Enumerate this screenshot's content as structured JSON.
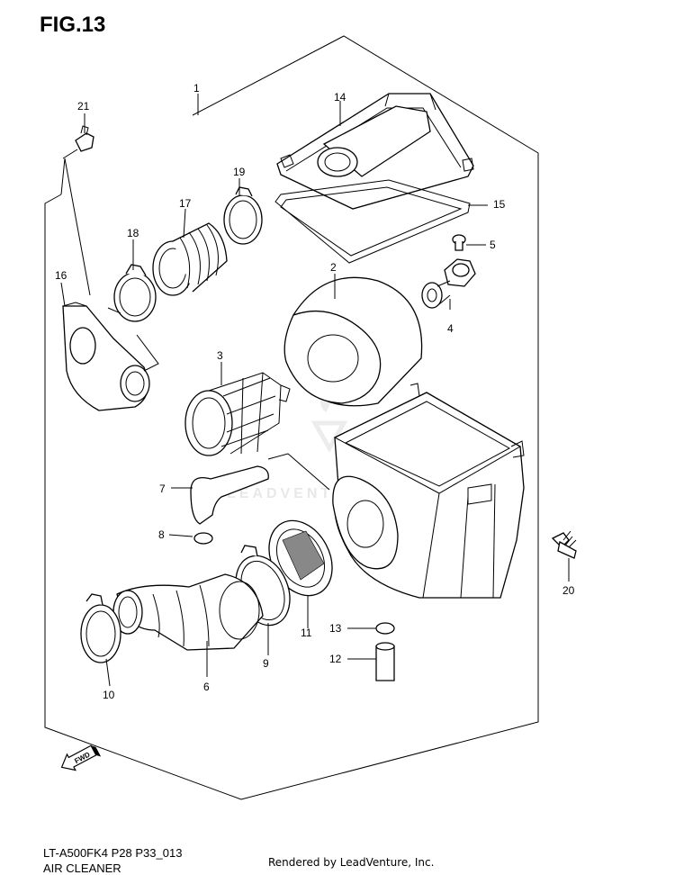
{
  "figure": {
    "title": "FIG.13",
    "model_code": "LT-A500FK4 P28 P33_013",
    "section_name": "AIR CLEANER",
    "credit": "Rendered by LeadVenture, Inc.",
    "watermark": "LEADVENTURE",
    "fwd_label": "FWD"
  },
  "callouts": [
    {
      "id": "1",
      "text": "1"
    },
    {
      "id": "2",
      "text": "2"
    },
    {
      "id": "3",
      "text": "3"
    },
    {
      "id": "4",
      "text": "4"
    },
    {
      "id": "5",
      "text": "5"
    },
    {
      "id": "6",
      "text": "6"
    },
    {
      "id": "7",
      "text": "7"
    },
    {
      "id": "8",
      "text": "8"
    },
    {
      "id": "9",
      "text": "9"
    },
    {
      "id": "10",
      "text": "10"
    },
    {
      "id": "11",
      "text": "11"
    },
    {
      "id": "12",
      "text": "12"
    },
    {
      "id": "13",
      "text": "13"
    },
    {
      "id": "14",
      "text": "14"
    },
    {
      "id": "15",
      "text": "15"
    },
    {
      "id": "16",
      "text": "16"
    },
    {
      "id": "17",
      "text": "17"
    },
    {
      "id": "18",
      "text": "18"
    },
    {
      "id": "19",
      "text": "19"
    },
    {
      "id": "20",
      "text": "20"
    },
    {
      "id": "21",
      "text": "21"
    }
  ]
}
